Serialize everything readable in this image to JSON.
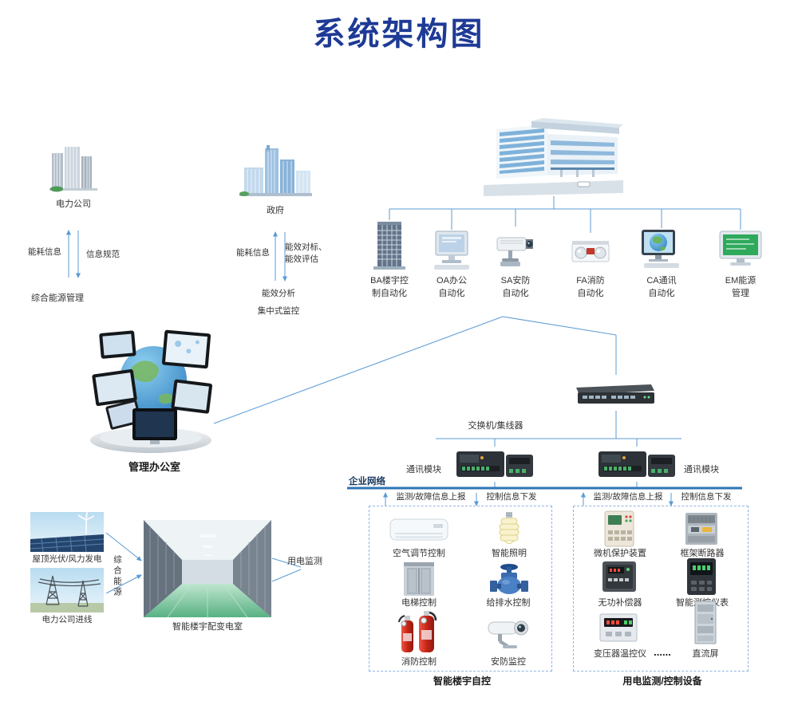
{
  "title": "系统架构图",
  "colors": {
    "title_blue": "#1e3a96",
    "wire_blue": "#5b9bd5",
    "network_blue": "#2e75b6",
    "dashed_border": "#8db4e2"
  },
  "icons": {
    "power_company": "office-building-icon",
    "government": "government-building-icon",
    "smart_building": "modern-building-icon",
    "management_office": "monitors-globe-icon",
    "switch": "network-switch-icon",
    "comm_module": "comm-module-icon",
    "air_conditioner": "air-conditioner-icon",
    "lighting": "cfl-bulb-icon",
    "elevator": "elevator-icon",
    "water_valve": "water-valve-icon",
    "fire": "fire-extinguisher-icon",
    "security": "cctv-camera-icon"
  },
  "top_left": {
    "power_company_label": "电力公司",
    "up_label": "能耗信息",
    "down_label": "信息规范",
    "bottom_label": "综合能源管理"
  },
  "gov": {
    "label": "政府",
    "up_label": "能耗信息",
    "right_label_1": "能效对标、",
    "right_label_2": "能效评估",
    "bottom_label_1": "能效分析",
    "bottom_label_2": "集中式监控"
  },
  "subsystems": [
    {
      "line1": "BA楼宇控",
      "line2": "制自动化"
    },
    {
      "line1": "OA办公",
      "line2": "自动化"
    },
    {
      "line1": "SA安防",
      "line2": "自动化"
    },
    {
      "line1": "FA消防",
      "line2": "自动化"
    },
    {
      "line1": "CA通讯",
      "line2": "自动化"
    },
    {
      "line1": "EM能源",
      "line2": "管理"
    }
  ],
  "network": {
    "management_office": "管理办公室",
    "switch_label": "交换机/集线器",
    "comm_module_left": "通讯模块",
    "comm_module_right": "通讯模块",
    "enterprise_label": "企业网络",
    "report_left": "监测/故障信息上报",
    "control_left": "控制信息下发",
    "report_right": "监测/故障信息上报",
    "control_right": "控制信息下发"
  },
  "building_box": {
    "items": [
      {
        "label": "空气调节控制"
      },
      {
        "label": "智能照明"
      },
      {
        "label": "电梯控制"
      },
      {
        "label": "给排水控制"
      },
      {
        "label": "消防控制"
      },
      {
        "label": "安防监控"
      }
    ],
    "caption": "智能楼宇自控"
  },
  "power_box": {
    "items": [
      {
        "label": "微机保护装置"
      },
      {
        "label": "框架断路器"
      },
      {
        "label": "无功补偿器"
      },
      {
        "label": "智能测控仪表"
      },
      {
        "label": "变压器温控仪"
      },
      {
        "label": "直流屏"
      }
    ],
    "ellipsis": "......",
    "caption": "用电监测/控制设备"
  },
  "bottom_left": {
    "solar_label": "屋顶光伏/风力发电",
    "incoming_label": "电力公司进线",
    "vertical_label": "综合能源",
    "substation_label": "智能楼宇配变电室",
    "monitoring_label": "用电监测"
  }
}
